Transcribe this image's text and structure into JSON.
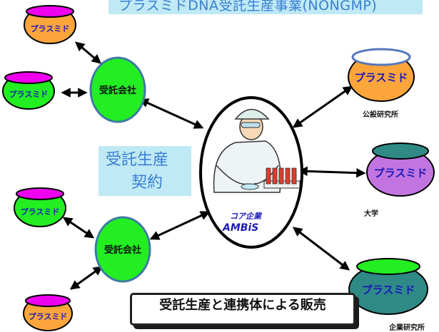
{
  "title": "プラスミドDNA受託生産事業(NONGMP)",
  "contract": {
    "line1": "受託生産",
    "line2": "契約"
  },
  "sales_box": "受託生産と連携体による販売",
  "core": {
    "line1": "コア企業",
    "line2": "AMBiS"
  },
  "contractor_label": "受託会社",
  "plasmid_label": "プラスミド",
  "partners": {
    "public_lab": "公設研究所",
    "university": "大学",
    "company_lab": "企業研究所"
  },
  "colors": {
    "title_bg": "#bfe9f5",
    "title_text": "#3a7fd0",
    "contractor_fill": "#22ee22",
    "pot_body": "#fca53b",
    "pot_lid_magenta": "#ee00ee",
    "pot_lid_green": "#22ee22",
    "pot_label": "#1d1ab8",
    "core_text": "#1d1ab8",
    "circle_border": "#3d7ba3"
  }
}
